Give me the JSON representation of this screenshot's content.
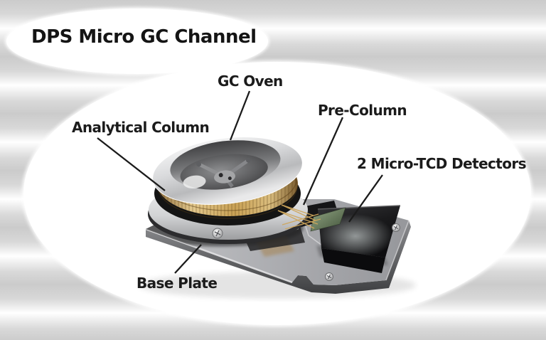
{
  "title": {
    "text": "DPS Micro GC Channel"
  },
  "labels": {
    "gc_oven": {
      "text": "GC Oven"
    },
    "pre_column": {
      "text": "Pre-Column"
    },
    "analytical_column": {
      "text": "Analytical Column"
    },
    "detectors": {
      "text": "2 Micro-TCD Detectors"
    },
    "base_plate": {
      "text": "Base Plate"
    }
  },
  "colors": {
    "stripe_dark": "#cbcbcb",
    "stripe_light": "#ffffff",
    "ellipse_fill": "#ffffff",
    "label_text": "#1b1b1b",
    "leader_line": "#1b1b1b",
    "coil_gold": "#c9a155",
    "ring_silver": "#d8d8d8",
    "chip_dark": "#1b1b1d",
    "pcb_green": "#6b7f5e",
    "plate_gray": "#a8a9ad"
  }
}
